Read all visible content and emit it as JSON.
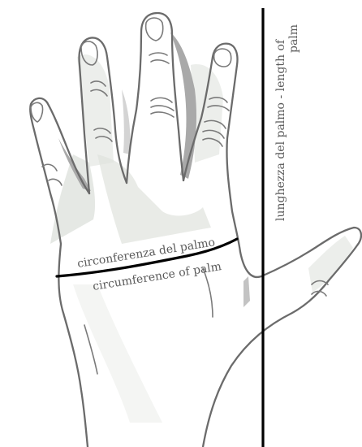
{
  "labels": {
    "circumference_it": "circonferenza del palmo",
    "circumference_en": "circumference of palm",
    "length_line1": "lunghezza del palmo - length of",
    "length_line2": "palm"
  },
  "colors": {
    "outline": "#6b6b6b",
    "skin_shade": "#d9dcd7",
    "dark_shade": "#a8a8a8",
    "measure_line": "#000000",
    "label_text": "#5a5a5a"
  }
}
